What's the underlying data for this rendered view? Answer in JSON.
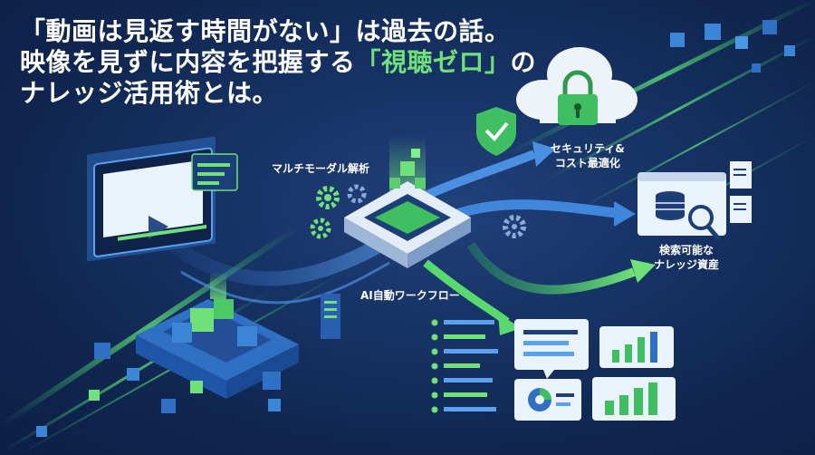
{
  "headline": {
    "line1": "「動画は見返す時間がない」は過去の話。",
    "line2_prefix": "映像を見ずに内容を把握する",
    "line2_accent": "「視聴ゼロ」",
    "line2_suffix": "の",
    "line3": "ナレッジ活用術とは。"
  },
  "labels": {
    "multimodal": "マルチモーダル解析",
    "security_line1": "セキュリティ&",
    "security_line2": "コスト最適化",
    "search_line1": "検索可能な",
    "search_line2": "ナレッジ資産",
    "workflow": "AI自動ワークフロー"
  },
  "colors": {
    "background": "#132a55",
    "accent_green": "#6fe07a",
    "flow_blue": "#4a8fe0",
    "panel_light": "#eaf2fb"
  }
}
